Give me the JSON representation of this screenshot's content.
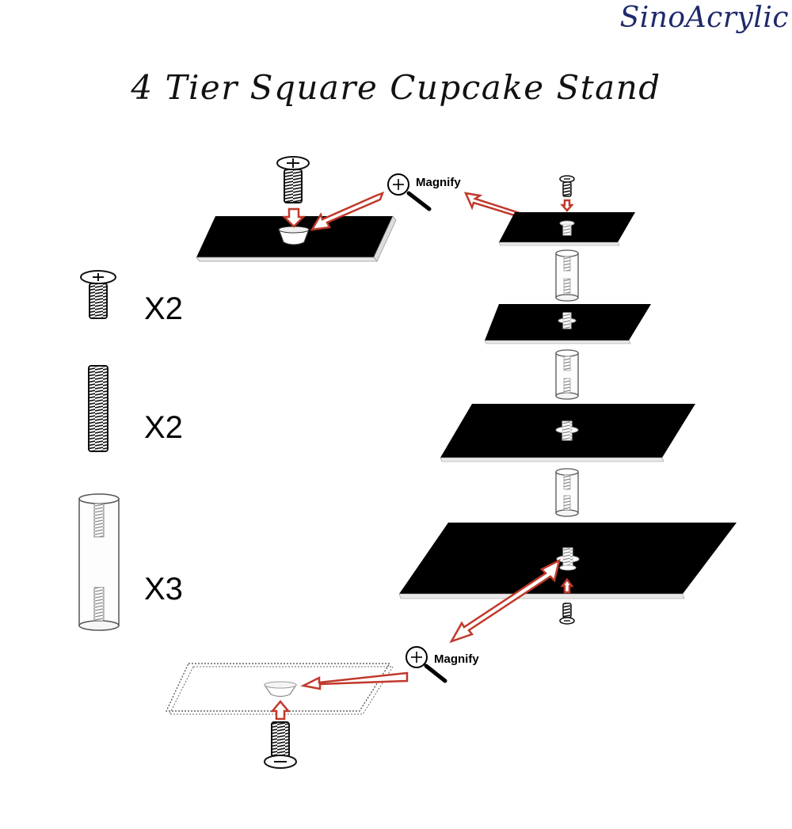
{
  "brand": "SinoAcrylic",
  "title": "4 Tier Square Cupcake Stand",
  "parts": [
    {
      "icon": "short-screw-icon",
      "quantity": "X2"
    },
    {
      "icon": "threaded-rod-icon",
      "quantity": "X2"
    },
    {
      "icon": "acrylic-spacer-tube-icon",
      "quantity": "X3"
    }
  ],
  "callouts": {
    "top": "Magnify",
    "bottom": "Magnify"
  },
  "colors": {
    "panel": "#000000",
    "arrow_outline": "#c0392b",
    "brand_text": "#1f2a6b"
  }
}
